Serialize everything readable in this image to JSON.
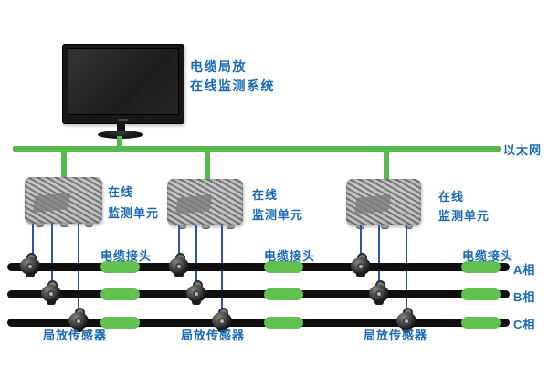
{
  "system_title": {
    "line1": "电缆局放",
    "line2": "在线监测系统"
  },
  "ethernet": {
    "label": "以太网"
  },
  "unit": {
    "label_line1": "在线",
    "label_line2": "监测单元"
  },
  "joint": {
    "label": "电缆接头"
  },
  "sensor": {
    "label": "局放传感器"
  },
  "phases": {
    "a": "A相",
    "b": "B相",
    "c": "C相"
  },
  "colors": {
    "ethernet_green": "#58b94c",
    "joint_green": "#61c04f",
    "label_blue": "#1a69b4",
    "link_blue": "#2b52b5",
    "cable_black": "#101010",
    "unit_gray": "#a8a8a8"
  }
}
